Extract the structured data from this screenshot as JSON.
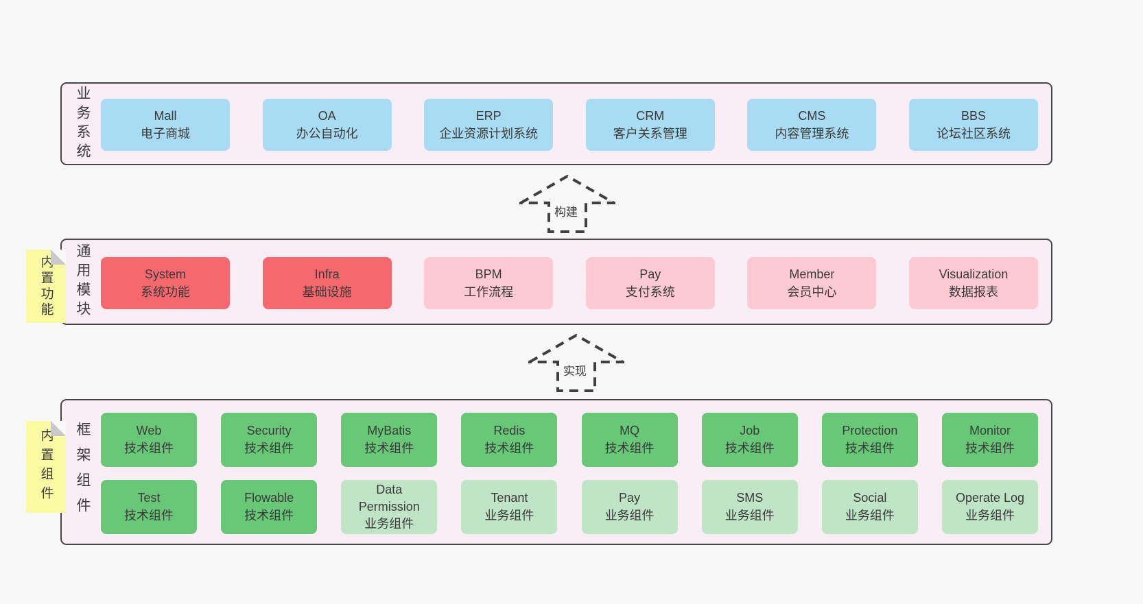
{
  "colors": {
    "page_bg": "#f8f8f8",
    "band_bg": "#f9edf6",
    "band_border": "#474747",
    "blue": "#a9dbf2",
    "red": "#f5696e",
    "pink": "#fdc9d3",
    "green": "#68c878",
    "light_green": "#c0e5c6",
    "note_yellow": "#fafaa3",
    "note_fold_gray": "#c9c9c9",
    "text": "#3a3a3a"
  },
  "layers": {
    "business": {
      "label": "业务系统",
      "boxes": [
        {
          "name": "mall",
          "title": "Mall",
          "subtitle": "电子商城",
          "color": "blue"
        },
        {
          "name": "oa",
          "title": "OA",
          "subtitle": "办公自动化",
          "color": "blue"
        },
        {
          "name": "erp",
          "title": "ERP",
          "subtitle": "企业资源计划系统",
          "color": "blue"
        },
        {
          "name": "crm",
          "title": "CRM",
          "subtitle": "客户关系管理",
          "color": "blue"
        },
        {
          "name": "cms",
          "title": "CMS",
          "subtitle": "内容管理系统",
          "color": "blue"
        },
        {
          "name": "bbs",
          "title": "BBS",
          "subtitle": "论坛社区系统",
          "color": "blue"
        }
      ]
    },
    "modules": {
      "label": "通用模块",
      "note": "内置功能",
      "boxes": [
        {
          "name": "system",
          "title": "System",
          "subtitle": "系统功能",
          "color": "red"
        },
        {
          "name": "infra",
          "title": "Infra",
          "subtitle": "基础设施",
          "color": "red"
        },
        {
          "name": "bpm",
          "title": "BPM",
          "subtitle": "工作流程",
          "color": "pink"
        },
        {
          "name": "pay",
          "title": "Pay",
          "subtitle": "支付系统",
          "color": "pink"
        },
        {
          "name": "member",
          "title": "Member",
          "subtitle": "会员中心",
          "color": "pink"
        },
        {
          "name": "visualization",
          "title": "Visualization",
          "subtitle": "数据报表",
          "color": "pink"
        }
      ]
    },
    "components": {
      "label": "框架组件",
      "note": "内置组件",
      "rows": [
        [
          {
            "name": "web",
            "title": "Web",
            "subtitle": "技术组件",
            "color": "green"
          },
          {
            "name": "security",
            "title": "Security",
            "subtitle": "技术组件",
            "color": "green"
          },
          {
            "name": "mybatis",
            "title": "MyBatis",
            "subtitle": "技术组件",
            "color": "green"
          },
          {
            "name": "redis",
            "title": "Redis",
            "subtitle": "技术组件",
            "color": "green"
          },
          {
            "name": "mq",
            "title": "MQ",
            "subtitle": "技术组件",
            "color": "green"
          },
          {
            "name": "job",
            "title": "Job",
            "subtitle": "技术组件",
            "color": "green"
          },
          {
            "name": "protection",
            "title": "Protection",
            "subtitle": "技术组件",
            "color": "green"
          },
          {
            "name": "monitor",
            "title": "Monitor",
            "subtitle": "技术组件",
            "color": "green"
          }
        ],
        [
          {
            "name": "test",
            "title": "Test",
            "subtitle": "技术组件",
            "color": "green"
          },
          {
            "name": "flowable",
            "title": "Flowable",
            "subtitle": "技术组件",
            "color": "green"
          },
          {
            "name": "data-permission",
            "title": "Data Permission",
            "subtitle": "业务组件",
            "color": "lightgreen"
          },
          {
            "name": "tenant",
            "title": "Tenant",
            "subtitle": "业务组件",
            "color": "lightgreen"
          },
          {
            "name": "pay-component",
            "title": "Pay",
            "subtitle": "业务组件",
            "color": "lightgreen"
          },
          {
            "name": "sms",
            "title": "SMS",
            "subtitle": "业务组件",
            "color": "lightgreen"
          },
          {
            "name": "social",
            "title": "Social",
            "subtitle": "业务组件",
            "color": "lightgreen"
          },
          {
            "name": "operate-log",
            "title": "Operate Log",
            "subtitle": "业务组件",
            "color": "lightgreen"
          }
        ]
      ]
    }
  },
  "arrows": [
    {
      "label": "构建"
    },
    {
      "label": "实现"
    }
  ]
}
